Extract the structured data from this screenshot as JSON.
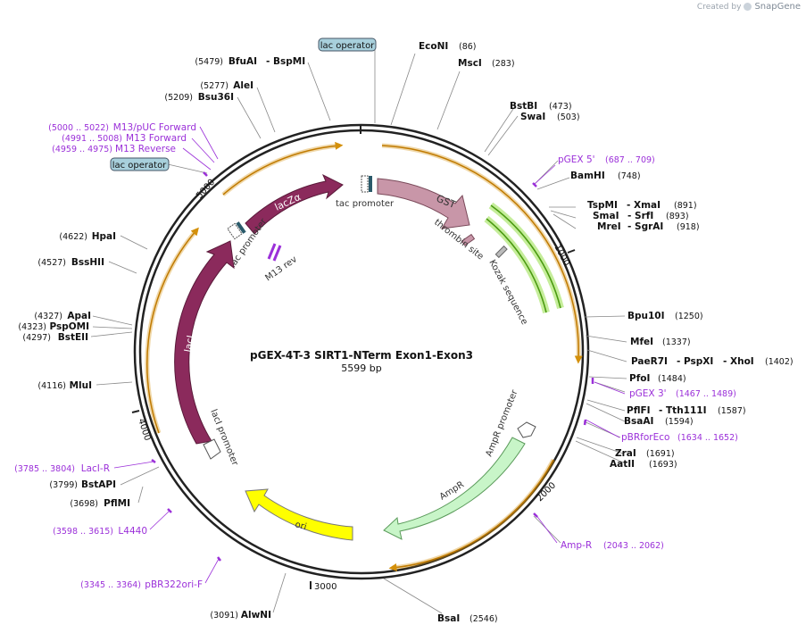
{
  "watermark": {
    "prefix": "Created by",
    "brand": "SnapGene"
  },
  "map": {
    "title": "pGEX-4T-3 SIRT1-NTerm Exon1-Exon3",
    "length_label": "5599 bp",
    "ticks": [
      "1000",
      "2000",
      "3000",
      "4000",
      "5000"
    ]
  },
  "features": [
    {
      "name": "GST",
      "kind": "cds"
    },
    {
      "name": "thrombin site",
      "kind": "site"
    },
    {
      "name": "Kozak sequence",
      "kind": "site"
    },
    {
      "name": "AmpR promoter",
      "kind": "promoter"
    },
    {
      "name": "AmpR",
      "kind": "cds"
    },
    {
      "name": "ori",
      "kind": "origin"
    },
    {
      "name": "lacI promoter",
      "kind": "promoter"
    },
    {
      "name": "lacI",
      "kind": "cds"
    },
    {
      "name": "lac promoter",
      "kind": "promoter"
    },
    {
      "name": "lacZα",
      "kind": "cds"
    },
    {
      "name": "M13 rev",
      "kind": "primer"
    },
    {
      "name": "tac promoter",
      "kind": "promoter"
    }
  ],
  "operator_labels": [
    "lac operator",
    "lac operator"
  ],
  "enzymes": [
    {
      "pos": "(86)",
      "name": "EcoNI"
    },
    {
      "pos": "(283)",
      "name": "MscI"
    },
    {
      "pos": "(473)",
      "name": "BstBI"
    },
    {
      "pos": "(503)",
      "name": "SwaI"
    },
    {
      "pos": "(748)",
      "name": "BamHI"
    },
    {
      "pos": "(891)",
      "name": "TspMI",
      "name2": "- XmaI"
    },
    {
      "pos": "(893)",
      "name": "SmaI",
      "name2": "- SrfI"
    },
    {
      "pos": "(918)",
      "name": "MreI",
      "name2": "- SgrAI"
    },
    {
      "pos": "(1250)",
      "name": "Bpu10I"
    },
    {
      "pos": "(1337)",
      "name": "MfeI"
    },
    {
      "pos": "(1402)",
      "name": "PaeR7I",
      "name2": "- PspXI",
      "name3": "- XhoI"
    },
    {
      "pos": "(1484)",
      "name": "PfoI"
    },
    {
      "pos": "(1587)",
      "name": "PflFI",
      "name2": "- Tth111I"
    },
    {
      "pos": "(1594)",
      "name": "BsaAI"
    },
    {
      "pos": "(1691)",
      "name": "ZraI"
    },
    {
      "pos": "(1693)",
      "name": "AatII"
    },
    {
      "pos": "(2546)",
      "name": "BsaI"
    },
    {
      "pos": "(3091)",
      "name": "AlwNI"
    },
    {
      "pos": "(3698)",
      "name": "PflMI"
    },
    {
      "pos": "(3799)",
      "name": "BstAPI"
    },
    {
      "pos": "(4116)",
      "name": "MluI"
    },
    {
      "pos": "(4297)",
      "name": "BstEII"
    },
    {
      "pos": "(4323)",
      "name": "PspOMI"
    },
    {
      "pos": "(4327)",
      "name": "ApaI"
    },
    {
      "pos": "(4527)",
      "name": "BssHII"
    },
    {
      "pos": "(4622)",
      "name": "HpaI"
    },
    {
      "pos": "(5209)",
      "name": "Bsu36I"
    },
    {
      "pos": "(5277)",
      "name": "AleI"
    },
    {
      "pos": "(5479)",
      "name": "BfuAI",
      "name2": "- BspMI"
    }
  ],
  "primers": [
    {
      "name": "pGEX 5'",
      "range": "(687 .. 709)"
    },
    {
      "name": "pGEX 3'",
      "range": "(1467 .. 1489)"
    },
    {
      "name": "pBRforEco",
      "range": "(1634 .. 1652)"
    },
    {
      "name": "Amp-R",
      "range": "(2043 .. 2062)"
    },
    {
      "name": "pBR322ori-F",
      "range": "(3345 .. 3364)"
    },
    {
      "name": "L4440",
      "range": "(3598 .. 3615)"
    },
    {
      "name": "LacI-R",
      "range": "(3785 .. 3804)"
    },
    {
      "name": "M13 Reverse",
      "range": "(4959 .. 4975)"
    },
    {
      "name": "M13 Forward",
      "range": "(4991 .. 5008)"
    },
    {
      "name": "M13/pUC Forward",
      "range": "(5000 .. 5022)"
    }
  ],
  "colors": {
    "gst": "#c896a8",
    "lac": "#8b2a5c",
    "ampr": "#c8f5c8",
    "ori": "#ffff00",
    "primer": "#9b30d9",
    "orange": "#d4900a",
    "green": "#4a9a10",
    "operator": "#a8d0dc",
    "backbone": "#222222"
  }
}
